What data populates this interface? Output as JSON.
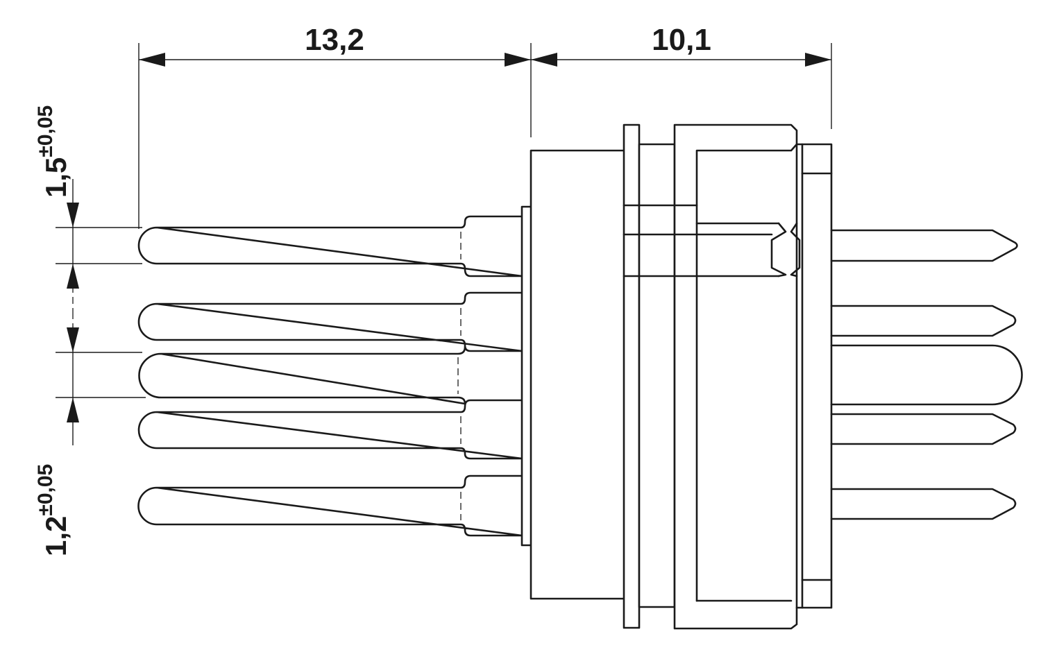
{
  "drawing": {
    "dimensions": {
      "pin_length": "13,2",
      "body_length": "10,1",
      "pitch_large": {
        "base": "1,5",
        "tolerance": "±0,05"
      },
      "pitch_small": {
        "base": "1,2",
        "tolerance": "±0,05"
      }
    }
  }
}
